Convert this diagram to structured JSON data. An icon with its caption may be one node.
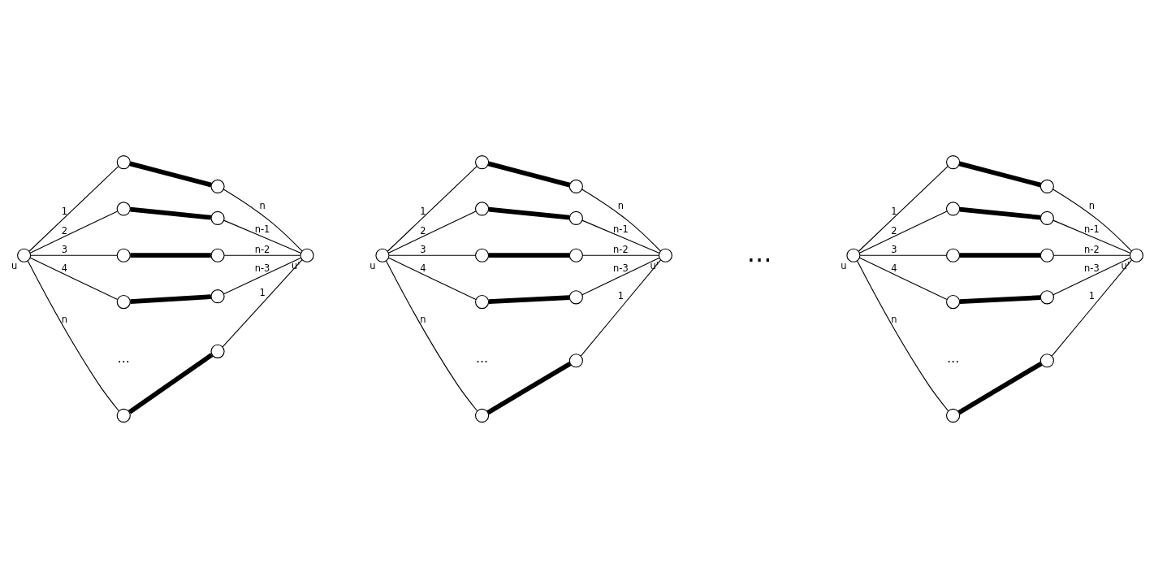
{
  "diagram": {
    "nodes": [
      {
        "text": [],
        "shape": "circle",
        "beside": [
          "u"
        ]
      },
      {
        "text": [],
        "shape": "circle"
      },
      {
        "text": [],
        "shape": "circle"
      },
      {
        "text": [],
        "shape": "circle"
      },
      {
        "text": [],
        "shape": "circle"
      },
      {
        "text": [],
        "shape": "circle"
      },
      {
        "text": [],
        "shape": "circle"
      },
      {
        "text": [],
        "shape": "circle"
      },
      {
        "text": [],
        "shape": "circle"
      },
      {
        "text": [],
        "shape": "circle"
      },
      {
        "text": [],
        "shape": "circle"
      },
      {
        "text": [],
        "shape": "circle",
        "beside": [
          "u'"
        ]
      },
      {
        "text": [],
        "shape": "circle",
        "beside": [
          "u"
        ]
      },
      {
        "text": [],
        "shape": "circle"
      },
      {
        "text": [],
        "shape": "circle"
      },
      {
        "text": [],
        "shape": "circle"
      },
      {
        "text": [],
        "shape": "circle"
      },
      {
        "text": [],
        "shape": "circle"
      },
      {
        "text": [],
        "shape": "circle"
      },
      {
        "text": [],
        "shape": "circle"
      },
      {
        "text": [],
        "shape": "circle"
      },
      {
        "text": [],
        "shape": "circle"
      },
      {
        "text": [],
        "shape": "circle"
      },
      {
        "text": [],
        "shape": "circle",
        "beside": [
          "u'"
        ]
      },
      {
        "text": [],
        "shape": "circle",
        "beside": [
          "u"
        ]
      },
      {
        "text": [],
        "shape": "circle"
      },
      {
        "text": [],
        "shape": "circle"
      },
      {
        "text": [],
        "shape": "circle"
      },
      {
        "text": [],
        "shape": "circle"
      },
      {
        "text": [],
        "shape": "circle"
      },
      {
        "text": [],
        "shape": "circle"
      },
      {
        "text": [],
        "shape": "circle"
      },
      {
        "text": [],
        "shape": "circle"
      },
      {
        "text": [],
        "shape": "circle"
      },
      {
        "text": [],
        "shape": "circle"
      },
      {
        "text": [],
        "shape": "circle",
        "beside": [
          "u'"
        ]
      }
    ],
    "edges": [
      {
        "from": 0,
        "to": 1,
        "arrow": "none",
        "label": "1"
      },
      {
        "from": 0,
        "to": 2,
        "arrow": "none",
        "label": "2"
      },
      {
        "from": 0,
        "to": 3,
        "arrow": "none",
        "label": "3"
      },
      {
        "from": 0,
        "to": 4,
        "arrow": "none",
        "label": "4"
      },
      {
        "from": 0,
        "to": 5,
        "arrow": "none",
        "label": "n"
      },
      {
        "from": 1,
        "to": 6,
        "arrow": "none",
        "style": "thick"
      },
      {
        "from": 2,
        "to": 7,
        "arrow": "none",
        "style": "thick"
      },
      {
        "from": 3,
        "to": 8,
        "arrow": "none",
        "style": "thick"
      },
      {
        "from": 4,
        "to": 9,
        "arrow": "none",
        "style": "thick"
      },
      {
        "from": 5,
        "to": 10,
        "arrow": "none",
        "style": "thick"
      },
      {
        "from": 6,
        "to": 11,
        "arrow": "none",
        "label": "n"
      },
      {
        "from": 7,
        "to": 11,
        "arrow": "none",
        "label": "n-1"
      },
      {
        "from": 8,
        "to": 11,
        "arrow": "none",
        "label": "n-2"
      },
      {
        "from": 9,
        "to": 11,
        "arrow": "none",
        "label": "n-3"
      },
      {
        "from": 10,
        "to": 11,
        "arrow": "none",
        "label": "1"
      },
      {
        "from": 12,
        "to": 13,
        "arrow": "none",
        "label": "1"
      },
      {
        "from": 12,
        "to": 14,
        "arrow": "none",
        "label": "2"
      },
      {
        "from": 12,
        "to": 15,
        "arrow": "none",
        "label": "3"
      },
      {
        "from": 12,
        "to": 16,
        "arrow": "none",
        "label": "4"
      },
      {
        "from": 12,
        "to": 17,
        "arrow": "none",
        "label": "n"
      },
      {
        "from": 13,
        "to": 18,
        "arrow": "none",
        "style": "thick"
      },
      {
        "from": 14,
        "to": 19,
        "arrow": "none",
        "style": "thick"
      },
      {
        "from": 15,
        "to": 20,
        "arrow": "none",
        "style": "thick"
      },
      {
        "from": 16,
        "to": 21,
        "arrow": "none",
        "style": "thick"
      },
      {
        "from": 17,
        "to": 22,
        "arrow": "none",
        "style": "thick"
      },
      {
        "from": 18,
        "to": 23,
        "arrow": "none",
        "label": "n"
      },
      {
        "from": 19,
        "to": 23,
        "arrow": "none",
        "label": "n-1"
      },
      {
        "from": 20,
        "to": 23,
        "arrow": "none",
        "label": "n-2"
      },
      {
        "from": 21,
        "to": 23,
        "arrow": "none",
        "label": "n-3"
      },
      {
        "from": 22,
        "to": 23,
        "arrow": "none",
        "label": "1"
      },
      {
        "from": 24,
        "to": 25,
        "arrow": "none",
        "label": "1"
      },
      {
        "from": 24,
        "to": 26,
        "arrow": "none",
        "label": "2"
      },
      {
        "from": 24,
        "to": 27,
        "arrow": "none",
        "label": "3"
      },
      {
        "from": 24,
        "to": 28,
        "arrow": "none",
        "label": "4"
      },
      {
        "from": 24,
        "to": 29,
        "arrow": "none",
        "label": "n"
      },
      {
        "from": 25,
        "to": 30,
        "arrow": "none",
        "style": "thick"
      },
      {
        "from": 26,
        "to": 31,
        "arrow": "none",
        "style": "thick"
      },
      {
        "from": 27,
        "to": 32,
        "arrow": "none",
        "style": "thick"
      },
      {
        "from": 28,
        "to": 33,
        "arrow": "none",
        "style": "thick"
      },
      {
        "from": 29,
        "to": 34,
        "arrow": "none",
        "style": "thick"
      },
      {
        "from": 30,
        "to": 35,
        "arrow": "none",
        "label": "n"
      },
      {
        "from": 31,
        "to": 35,
        "arrow": "none",
        "label": "n-1"
      },
      {
        "from": 32,
        "to": 35,
        "arrow": "none",
        "label": "n-2"
      },
      {
        "from": 33,
        "to": 35,
        "arrow": "none",
        "label": "n-3"
      },
      {
        "from": 34,
        "to": 35,
        "arrow": "none",
        "label": "1"
      }
    ],
    "labels": [
      "...",
      "...",
      "...",
      "..."
    ]
  }
}
